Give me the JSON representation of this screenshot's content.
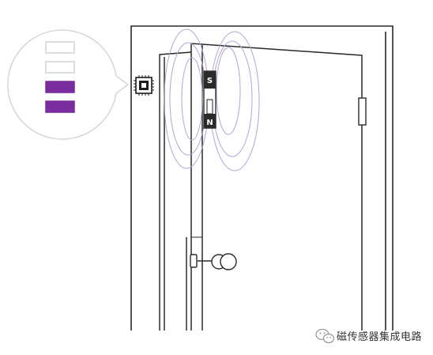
{
  "magnet": {
    "south_label": "S",
    "north_label": "N"
  },
  "indicator": {
    "bars": [
      {
        "state": "off",
        "color": "#ffffff"
      },
      {
        "state": "off",
        "color": "#ffffff"
      },
      {
        "state": "on",
        "color": "#7a2d9e"
      },
      {
        "state": "on",
        "color": "#7a2d9e"
      }
    ]
  },
  "colors": {
    "field_lines": "#b7a3d6",
    "door_outline": "#2a2a2a",
    "accent": "#7a2d9e"
  },
  "watermark": {
    "icon": "wechat-icon",
    "text": "磁传感器集成电路"
  }
}
